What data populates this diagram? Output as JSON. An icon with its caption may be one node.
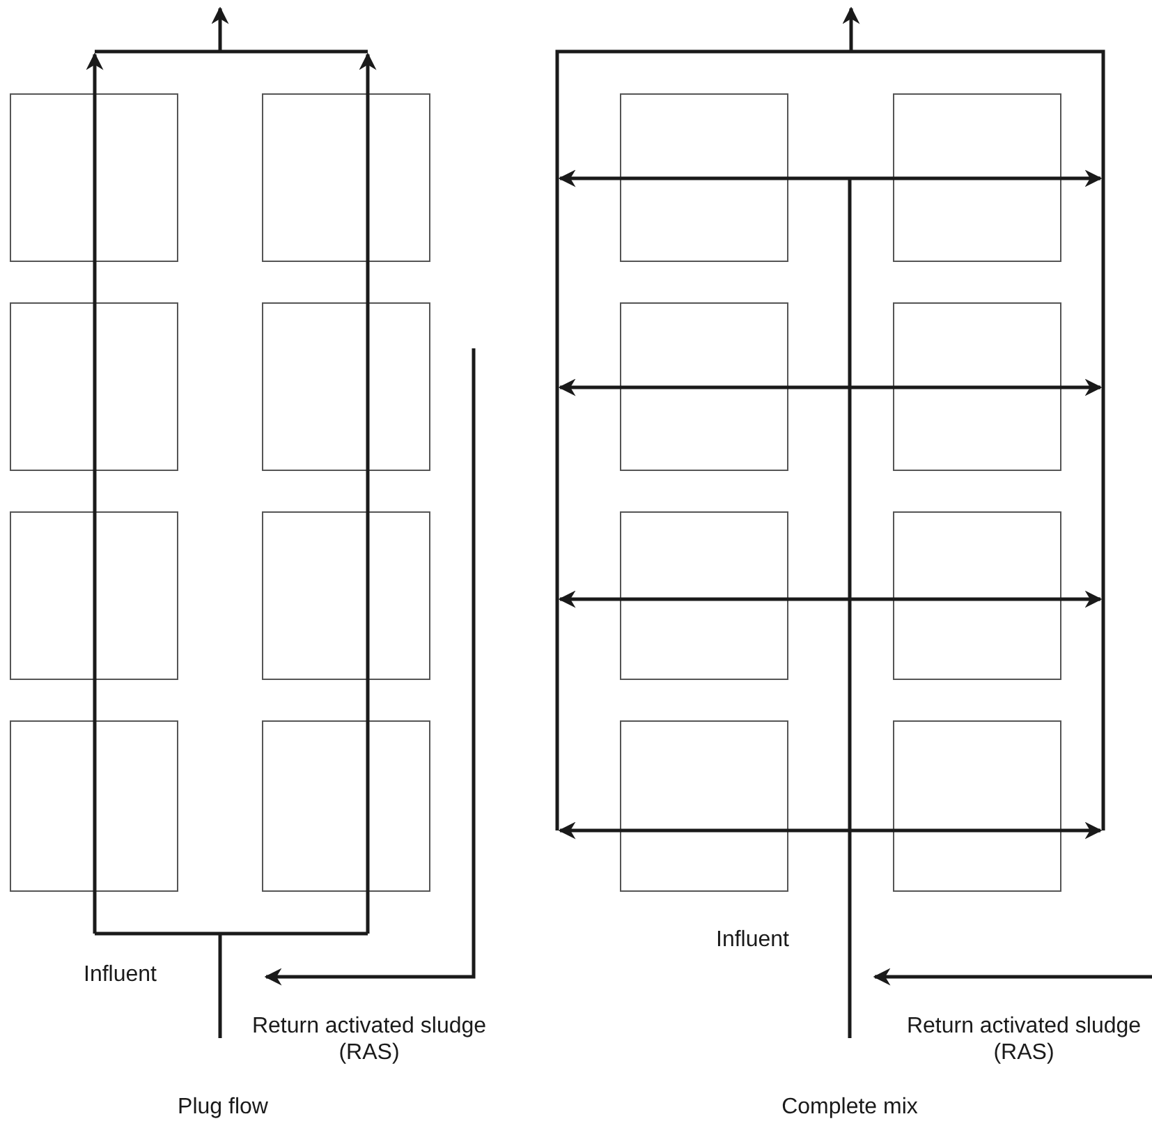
{
  "diagram": {
    "nodes": [
      {
        "text": [],
        "shape": "box"
      },
      {
        "text": [],
        "shape": "box"
      },
      {
        "text": [],
        "shape": "box"
      },
      {
        "text": [],
        "shape": "box"
      },
      {
        "text": [],
        "shape": "box"
      },
      {
        "text": [],
        "shape": "box"
      },
      {
        "text": [],
        "shape": "box"
      },
      {
        "text": [],
        "shape": "box"
      },
      {
        "text": [],
        "shape": "box"
      },
      {
        "text": [],
        "shape": "box"
      },
      {
        "text": [],
        "shape": "box"
      },
      {
        "text": [],
        "shape": "box"
      },
      {
        "text": [],
        "shape": "box"
      },
      {
        "text": [],
        "shape": "box"
      },
      {
        "text": [],
        "shape": "box"
      },
      {
        "text": [],
        "shape": "box"
      }
    ],
    "labels": [
      "Influent",
      "Return activated sludge (RAS)",
      "Plug flow",
      "Influent",
      "Return activated sludge (RAS)",
      "Complete mix"
    ]
  }
}
